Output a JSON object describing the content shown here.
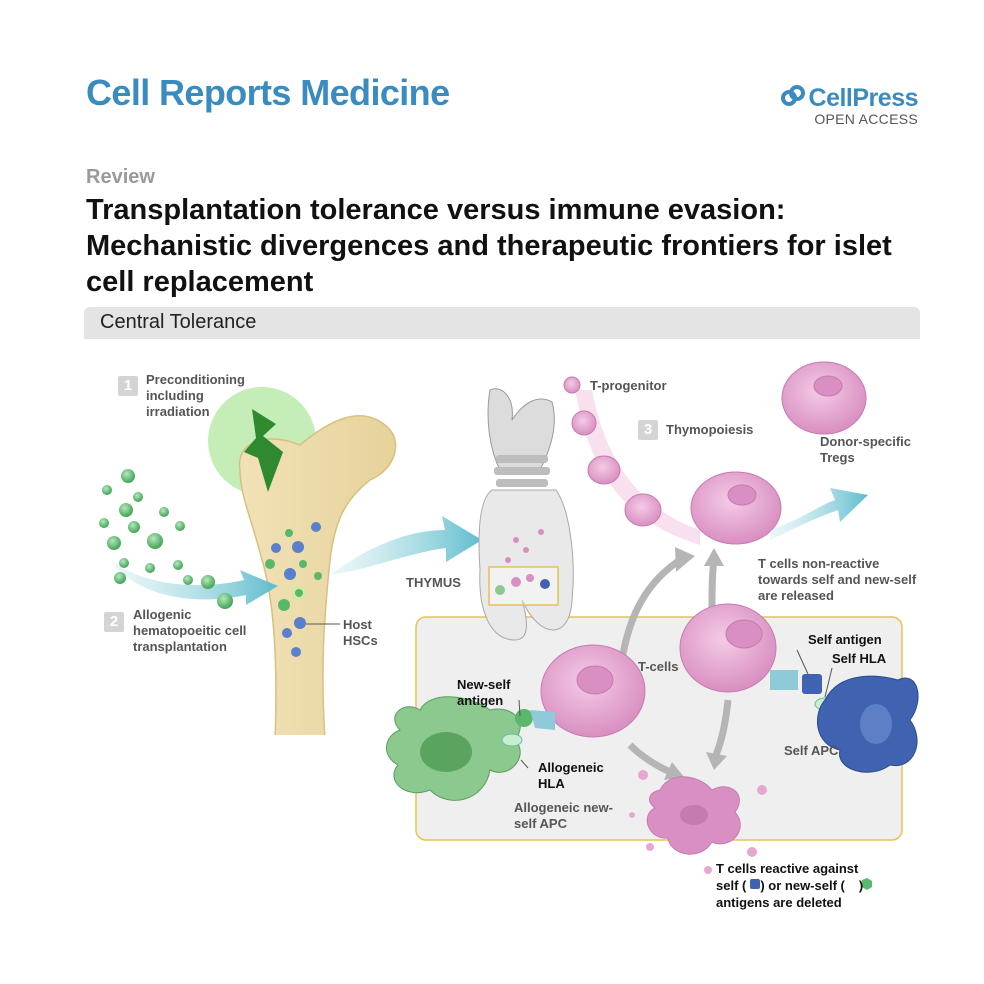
{
  "header": {
    "journal": "Cell Reports Medicine",
    "publisher": "CellPress",
    "access": "OPEN ACCESS"
  },
  "article": {
    "section": "Review",
    "title": "Transplantation tolerance versus immune evasion: Mechanistic divergences and therapeutic frontiers for islet cell replacement"
  },
  "figure": {
    "panel_title": "Central Tolerance",
    "steps": [
      {
        "number": "1",
        "label": "Preconditioning including irradiation"
      },
      {
        "number": "2",
        "label": "Allogenic hematopoeitic cell transplantation"
      },
      {
        "number": "3",
        "label": "Thymopoiesis"
      }
    ],
    "labels": {
      "host_hscs": "Host HSCs",
      "thymus": "THYMUS",
      "t_progenitor": "T-progenitor",
      "donor_tregs": "Donor-specific Tregs",
      "released": "T cells non-reactive towards self and new-self are released",
      "t_cells": "T-cells",
      "self_antigen": "Self antigen",
      "self_hla": "Self HLA",
      "self_apc": "Self APC",
      "new_self_antigen": "New-self antigen",
      "allogeneic_hla": "Allogeneic HLA",
      "allogeneic_apc": "Allogeneic new-self APC",
      "deleted_1": "T cells reactive against",
      "deleted_2a": "self (",
      "deleted_2b": ") or new-self (",
      "deleted_2c": ")",
      "deleted_3": "antigens are deleted"
    },
    "colors": {
      "brand": "#3a8bbf",
      "t_cell": "#e6a8d0",
      "self_apc": "#3f63b0",
      "allogeneic_apc": "#8cc98e",
      "hsc_green": "#59b86a",
      "arrow_blue": "#7ccbd6"
    }
  }
}
